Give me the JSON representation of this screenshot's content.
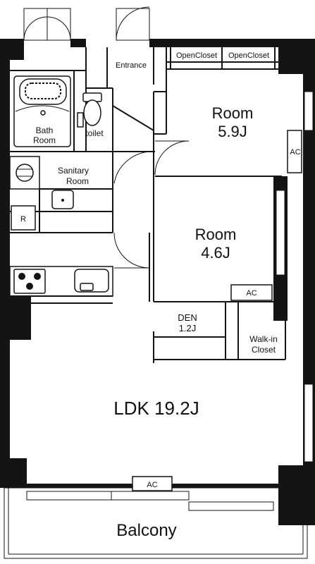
{
  "rooms": {
    "entrance": "Entrance",
    "open_closet_1": "OpenCloset",
    "open_closet_2": "OpenCloset",
    "room1_name": "Room",
    "room1_size": "5.9J",
    "ac_room1": "AC",
    "bath_line1": "Bath",
    "bath_line2": "Room",
    "toilet": "toilet",
    "sanitary_line1": "Sanitary",
    "sanitary_line2": "Room",
    "refrigerator": "R",
    "room2_name": "Room",
    "room2_size": "4.6J",
    "ac_room2": "AC",
    "den_name": "DEN",
    "den_size": "1.2J",
    "walkin_line1": "Walk-in",
    "walkin_line2": "Closet",
    "ldk": "LDK 19.2J",
    "ac_ldk": "AC",
    "balcony": "Balcony"
  }
}
